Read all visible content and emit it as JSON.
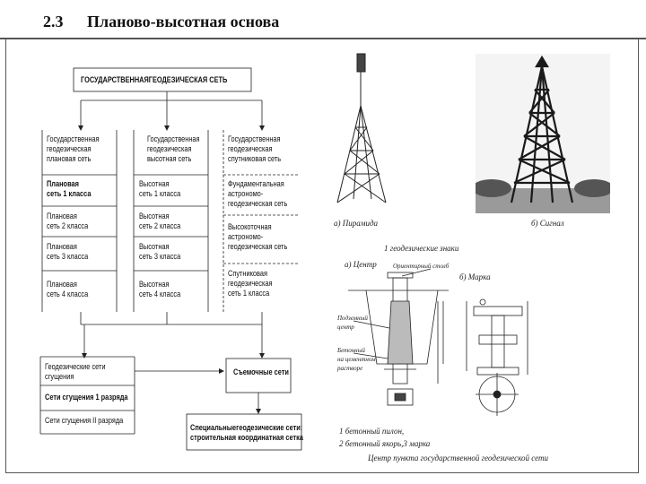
{
  "header": {
    "section_number": "2.3",
    "section_title": "Планово-высотная основа"
  },
  "scheme": {
    "top": "ГОСУДАРСТВЕННАЯГЕОДЕЗИЧЕСКАЯ СЕТЬ",
    "col1": {
      "head": "Государственная\nгеодезическая\nплановая сеть",
      "items": [
        "Плановая\nсеть 1 класса",
        "Плановая\nсеть 2 класса",
        "Плановая\nсеть 3 класса",
        "Плановая\nсеть 4 класса"
      ]
    },
    "col2": {
      "head": "Государственная\nгеодезическая\nвысотная сеть",
      "items": [
        "Высотная\nсеть 1 класса",
        "Высотная\nсеть 2 класса",
        "Высотная\nсеть 3 класса",
        "Высотная\nсеть 4 класса"
      ]
    },
    "col3": {
      "head": "Государственная\nгеодезическая\nспутниковая сеть",
      "items": [
        "Фундаментальная\nастрономо-\nгеодезическая сеть",
        "Высокоточная\nастрономо-\nгеодезическая сеть",
        "Спутниковая\nгеодезическая\nсеть 1 класса"
      ]
    },
    "lower_left": [
      "Геодезические сети\nсгущения",
      "Сети сгущения 1 разряда",
      "Сети сгущения II разряда"
    ],
    "survey": "Съемочные сети",
    "special": "Специальныегеодезические сети:\nстроительная координатная сетка"
  },
  "figures": {
    "pyramid_caption": "а) Пирамида",
    "signal_caption": "б) Сигнал",
    "marks_title": "1 геодезические знаки",
    "center_label": "а) Центр",
    "mark_label": "б) Марка",
    "legend1": "1 бетонный пилон,",
    "legend2": "2 бетонный якорь,3 марка",
    "bottom_caption": "Центр пункта государственной геодезической сети",
    "callouts": [
      "Ориентирный столб",
      "Подземный\nцентр",
      "Бетонный\nна цементном\nрастворе"
    ]
  }
}
